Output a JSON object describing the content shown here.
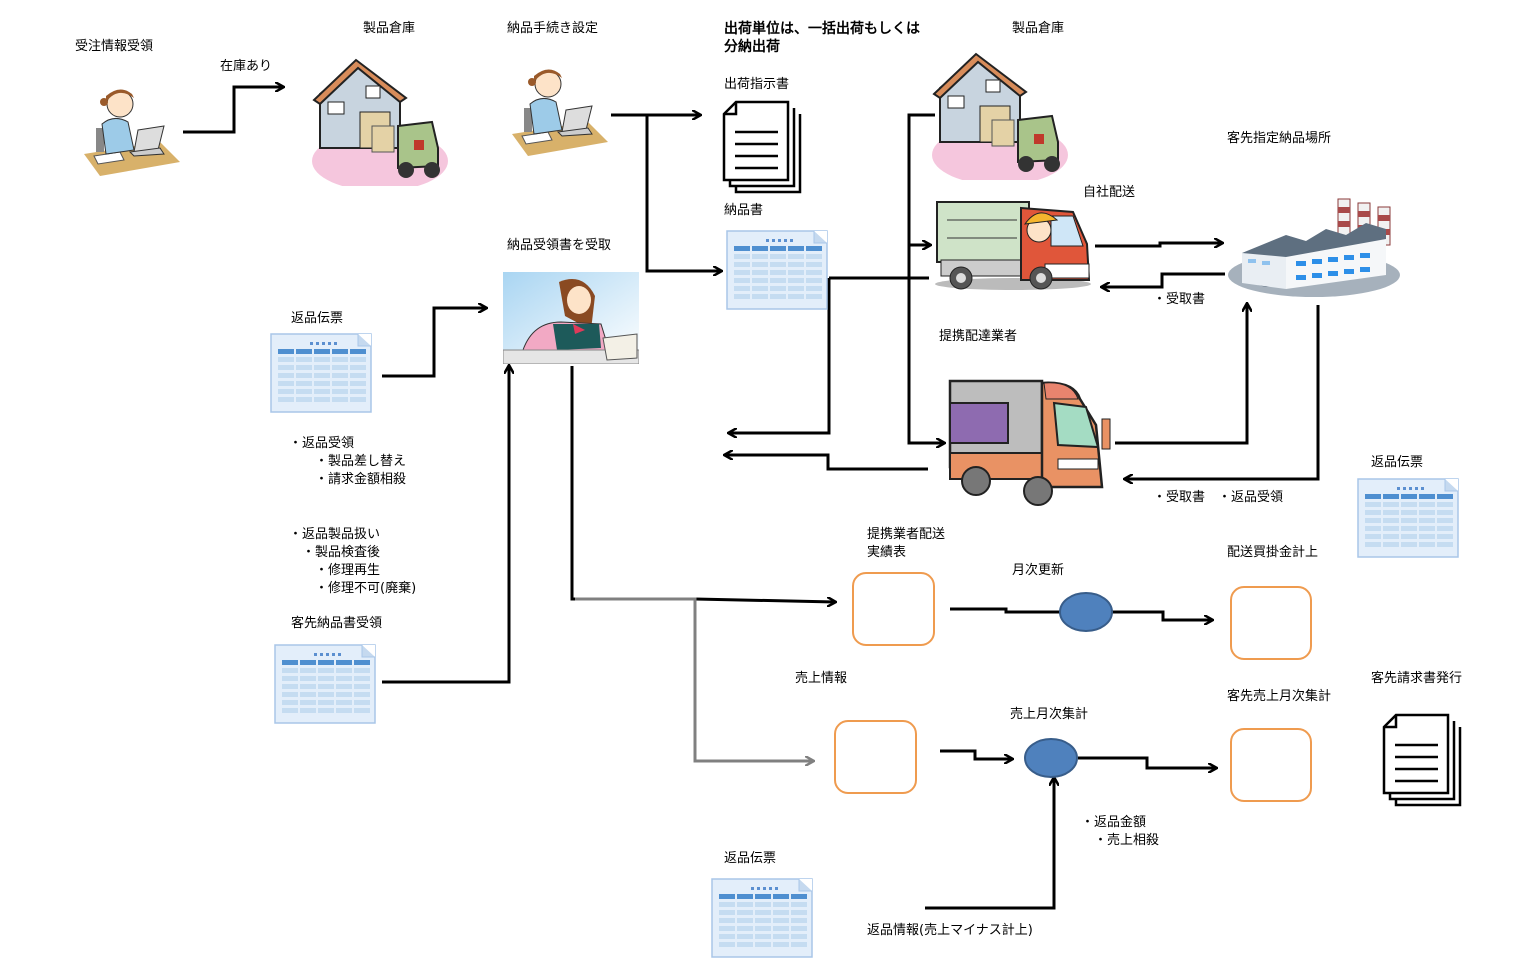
{
  "diagram": {
    "labels": {
      "order_receipt": "受注情報受領",
      "in_stock": "在庫あり",
      "warehouse_1": "製品倉庫",
      "delivery_setup": "納品手続き設定",
      "shipping_unit_note": "出荷単位は、一括出荷もしくは\n分納出荷",
      "shipping_instruction": "出荷指示書",
      "delivery_note": "納品書",
      "warehouse_2": "製品倉庫",
      "customer_location": "客先指定納品場所",
      "own_delivery": "自社配送",
      "receipt_1": "・受取書",
      "partner_carrier": "提携配達業者",
      "receipt_return": "・受取書　・返品受領",
      "receive_delivery_receipt": "納品受領書を受取",
      "return_slip_1": "返品伝票",
      "return_handling": "・返品受領\n　　・製品差し替え\n　　・請求金額相殺",
      "return_product_handling": "・返品製品扱い\n　・製品検査後\n　　・修理再生\n　　・修理不可(廃棄)",
      "customer_delivery_receipt": "客先納品書受領",
      "return_slip_2": "返品伝票",
      "partner_delivery_record": "提携業者配送\n実績表",
      "monthly_update": "月次更新",
      "delivery_payable": "配送買掛金計上",
      "sales_info": "売上情報",
      "monthly_sales_total": "売上月次集計",
      "customer_monthly_sales": "客先売上月次集計",
      "customer_invoice": "客先請求書発行",
      "return_amount": "・返品金額\n　・売上相殺",
      "return_slip_3": "返品伝票",
      "return_info": "返品情報(売上マイナス計上)"
    },
    "icons": {
      "clerk_1": "office-worker-at-laptop-icon",
      "warehouse_1": "warehouse-forklift-icon",
      "clerk_2": "office-worker-at-laptop-icon",
      "doc_stack_1": "document-stack-icon",
      "spreadsheet_1": "spreadsheet-icon",
      "warehouse_2": "warehouse-forklift-icon",
      "own_truck": "delivery-truck-icon",
      "factory": "factory-icon",
      "partner_truck": "partner-truck-icon",
      "receiver": "woman-writing-icon",
      "doc_stack_2": "document-stack-icon"
    },
    "colors": {
      "line": "#000000",
      "sales_line": "#808080",
      "box_border": "#ef9b4f",
      "node_fill": "#4f81bd",
      "node_stroke": "#385d8a",
      "sheet_header": "#4f8fd0",
      "sheet_cell": "#c5dcf1"
    }
  }
}
